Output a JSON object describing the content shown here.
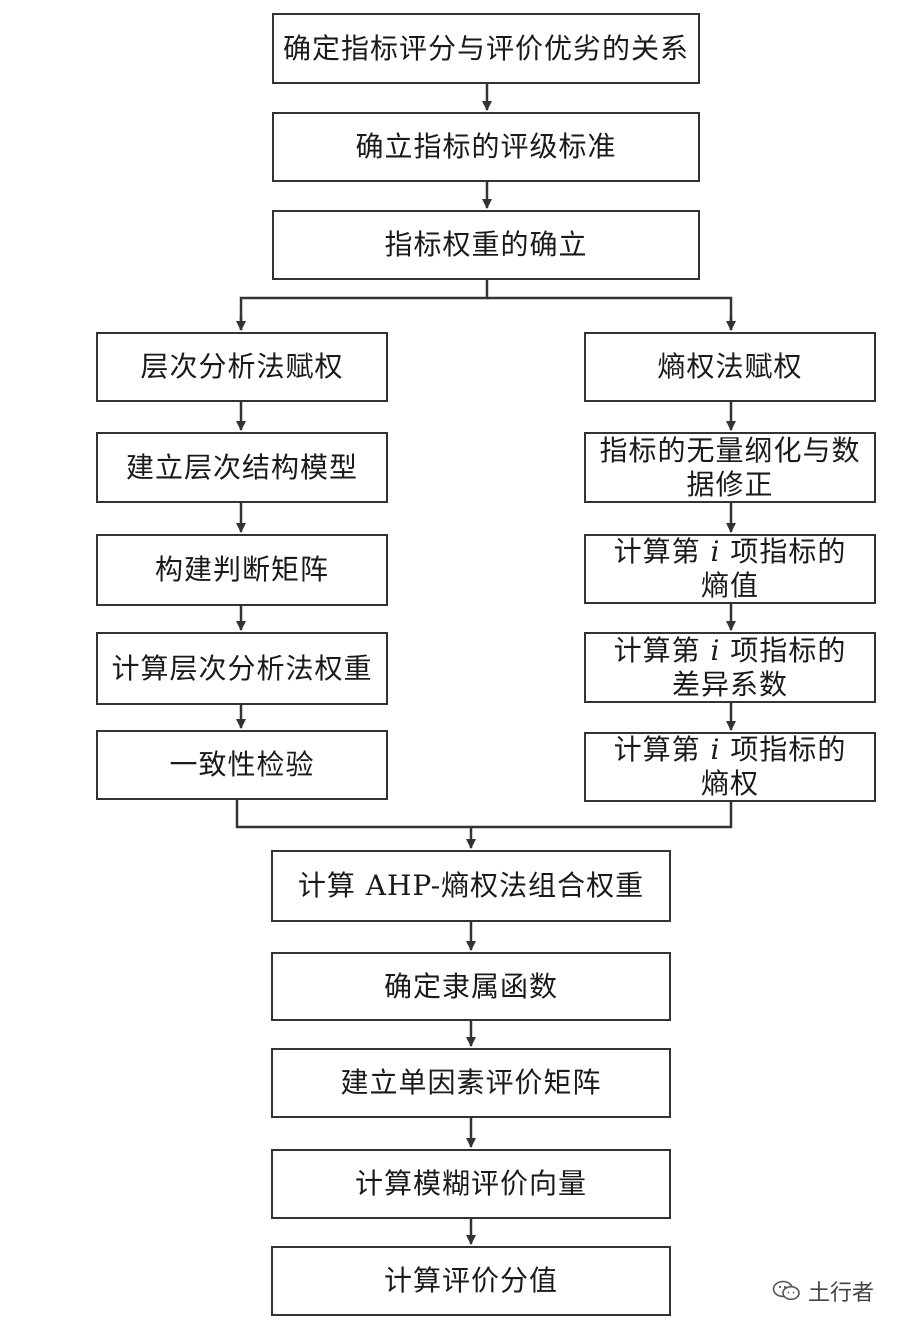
{
  "main_flow": {
    "step1": "确定指标评分与评价优劣的关系",
    "step2": "确立指标的评级标准",
    "step3": "指标权重的确立"
  },
  "ahp_branch": {
    "title": "层次分析法赋权",
    "step1": "建立层次结构模型",
    "step2": "构建判断矩阵",
    "step3": "计算层次分析法权重",
    "step4": "一致性检验"
  },
  "entropy_branch": {
    "title": "熵权法赋权",
    "step1_line1": "指标的无量纲化与数",
    "step1_line2": "据修正",
    "step2_pre": "计算第 ",
    "step2_var": "i",
    "step2_post": " 项指标的",
    "step2_line2": "熵值",
    "step3_pre": "计算第 ",
    "step3_var": "i",
    "step3_post": " 项指标的",
    "step3_line2": "差异系数",
    "step4_pre": "计算第 ",
    "step4_var": "i",
    "step4_post": " 项指标的",
    "step4_line2": "熵权"
  },
  "final_flow": {
    "step1": "计算 AHP-熵权法组合权重",
    "step2": "确定隶属函数",
    "step3": "建立单因素评价矩阵",
    "step4": "计算模糊评价向量",
    "step5": "计算评价分值"
  },
  "watermark": {
    "text": "土行者",
    "icon": "wechat-icon"
  }
}
